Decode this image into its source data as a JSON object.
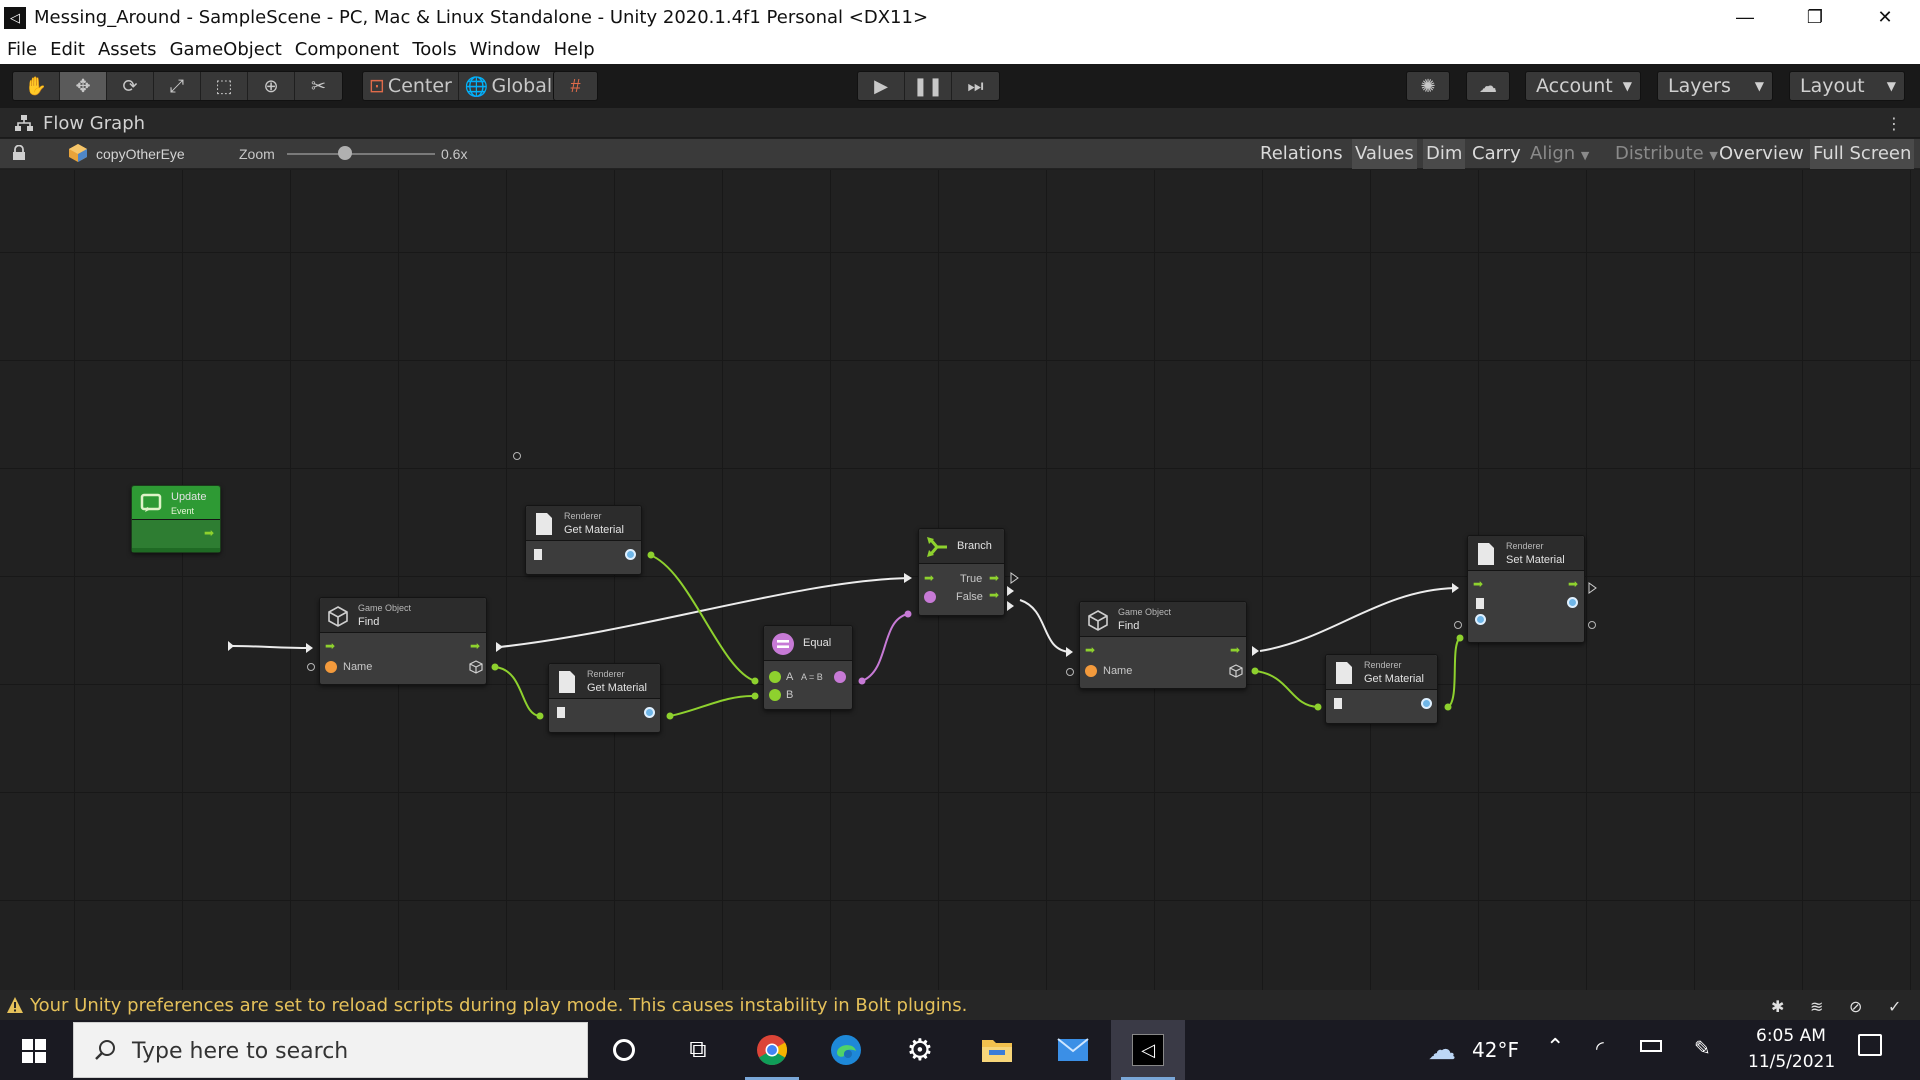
{
  "window": {
    "title": "Messing_Around - SampleScene - PC, Mac & Linux Standalone - Unity 2020.1.4f1 Personal <DX11>",
    "minimize": "—",
    "restore": "❐",
    "close": "✕"
  },
  "menu": [
    "File",
    "Edit",
    "Assets",
    "GameObject",
    "Component",
    "Tools",
    "Window",
    "Help"
  ],
  "toolbar": {
    "pivot_label": "Center",
    "space_label": "Global",
    "account_label": "Account",
    "layers_label": "Layers",
    "layout_label": "Layout"
  },
  "flow_graph": {
    "tab_title": "Flow Graph",
    "graph_name": "copyOtherEye",
    "zoom_label": "Zoom",
    "zoom_value": "0.6x",
    "zoom_fraction": 0.39,
    "buttons": {
      "relations": "Relations",
      "values": "Values",
      "dim": "Dim",
      "carry": "Carry",
      "align": "Align",
      "distribute": "Distribute",
      "overview": "Overview",
      "full_screen": "Full Screen"
    }
  },
  "nodes": {
    "update": {
      "title": "Update",
      "subtitle": "Event"
    },
    "find1": {
      "category": "Game Object",
      "title": "Find",
      "port_name": "Name"
    },
    "getmat_top": {
      "category": "Renderer",
      "title": "Get Material"
    },
    "getmat_bottom": {
      "category": "Renderer",
      "title": "Get Material"
    },
    "equal": {
      "title": "Equal",
      "port_a": "A",
      "port_b": "B",
      "result": "A = B"
    },
    "branch": {
      "title": "Branch",
      "port_true": "True",
      "port_false": "False"
    },
    "find2": {
      "category": "Game Object",
      "title": "Find",
      "port_name": "Name"
    },
    "getmat_right": {
      "category": "Renderer",
      "title": "Get Material"
    },
    "setmat": {
      "category": "Renderer",
      "title": "Set Material"
    }
  },
  "status": {
    "message": "Your Unity preferences are set to reload scripts during play mode. This causes instability in Bolt plugins."
  },
  "taskbar": {
    "search_placeholder": "Type here to search",
    "weather": "42°F",
    "time": "6:05 AM",
    "date": "11/5/2021"
  },
  "colors": {
    "control_flow": "#8ed12e",
    "value_wire": "#8ed12e",
    "bool_wire": "#c77ad6",
    "warning": "#e5c15a",
    "event_node": "#2e9a34"
  }
}
